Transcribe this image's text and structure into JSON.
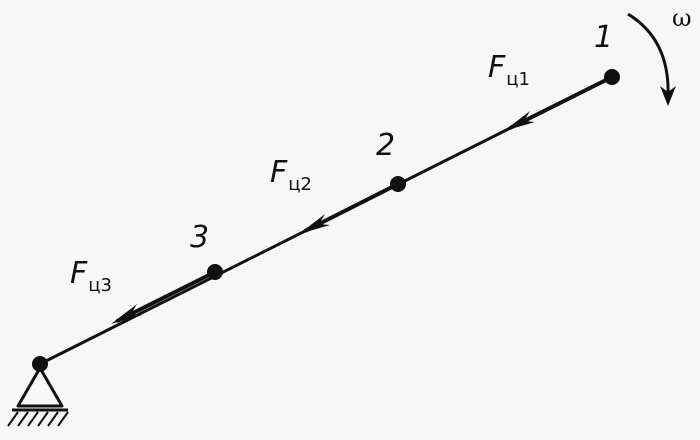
{
  "points": [
    {
      "label": "1"
    },
    {
      "label": "2"
    },
    {
      "label": "3"
    }
  ],
  "forces": [
    {
      "symbol": "F",
      "subscript": "ц1"
    },
    {
      "symbol": "F",
      "subscript": "ц2"
    },
    {
      "symbol": "F",
      "subscript": "ц3"
    }
  ],
  "rotation_symbol": "ω",
  "colors": {
    "line": "#111111",
    "background": "#f7f7f7"
  }
}
